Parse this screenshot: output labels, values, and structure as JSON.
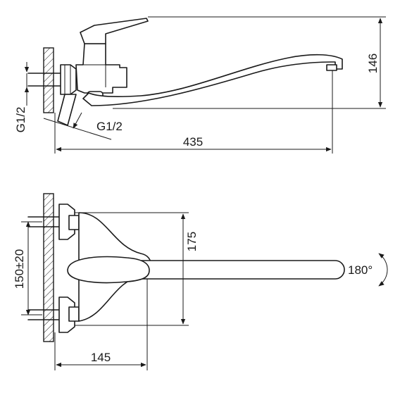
{
  "labels": {
    "dim_435": "435",
    "dim_146": "146",
    "thread_vertical": "G1/2",
    "thread_diagonal": "G1/2",
    "dim_175": "175",
    "dim_150": "150±20",
    "dim_145": "145",
    "rotation": "180°"
  },
  "colors": {
    "line": "#1a1a1a",
    "background": "#ffffff"
  }
}
